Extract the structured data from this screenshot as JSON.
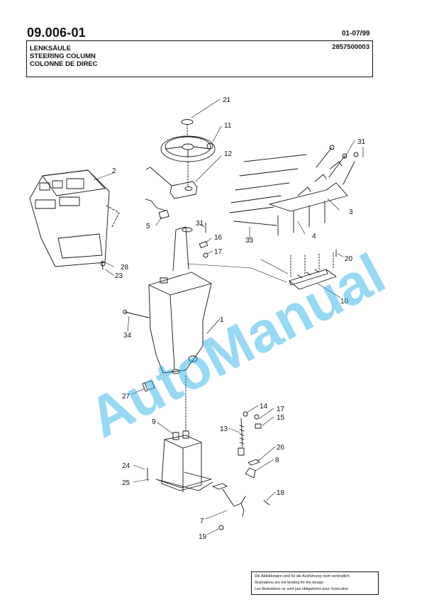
{
  "header": {
    "code": "09.006-01",
    "date": "01-07/99",
    "title_de": "LENKSÄULE",
    "title_en": "STEERING COLUMN",
    "title_fr": "COLONNE DE DIREC",
    "part_number": "2857500003"
  },
  "callouts": [
    "1",
    "2",
    "3",
    "4",
    "5",
    "7",
    "8",
    "9",
    "10",
    "11",
    "12",
    "13",
    "14",
    "15",
    "16",
    "17",
    "17",
    "18",
    "19",
    "20",
    "21",
    "23",
    "24",
    "25",
    "26",
    "27",
    "28",
    "31",
    "31",
    "33",
    "34"
  ],
  "watermark": "AutoManual",
  "disclaimer": {
    "de": "Die Abbildungen sind für die Ausführung nicht verbindlich.",
    "en": "Illustrations are not binding for the design",
    "fr": "Les illustrations ne sont pas obligatoires pour l'exécution"
  },
  "colors": {
    "ink": "#111111",
    "watermark": "#19a9e6"
  }
}
